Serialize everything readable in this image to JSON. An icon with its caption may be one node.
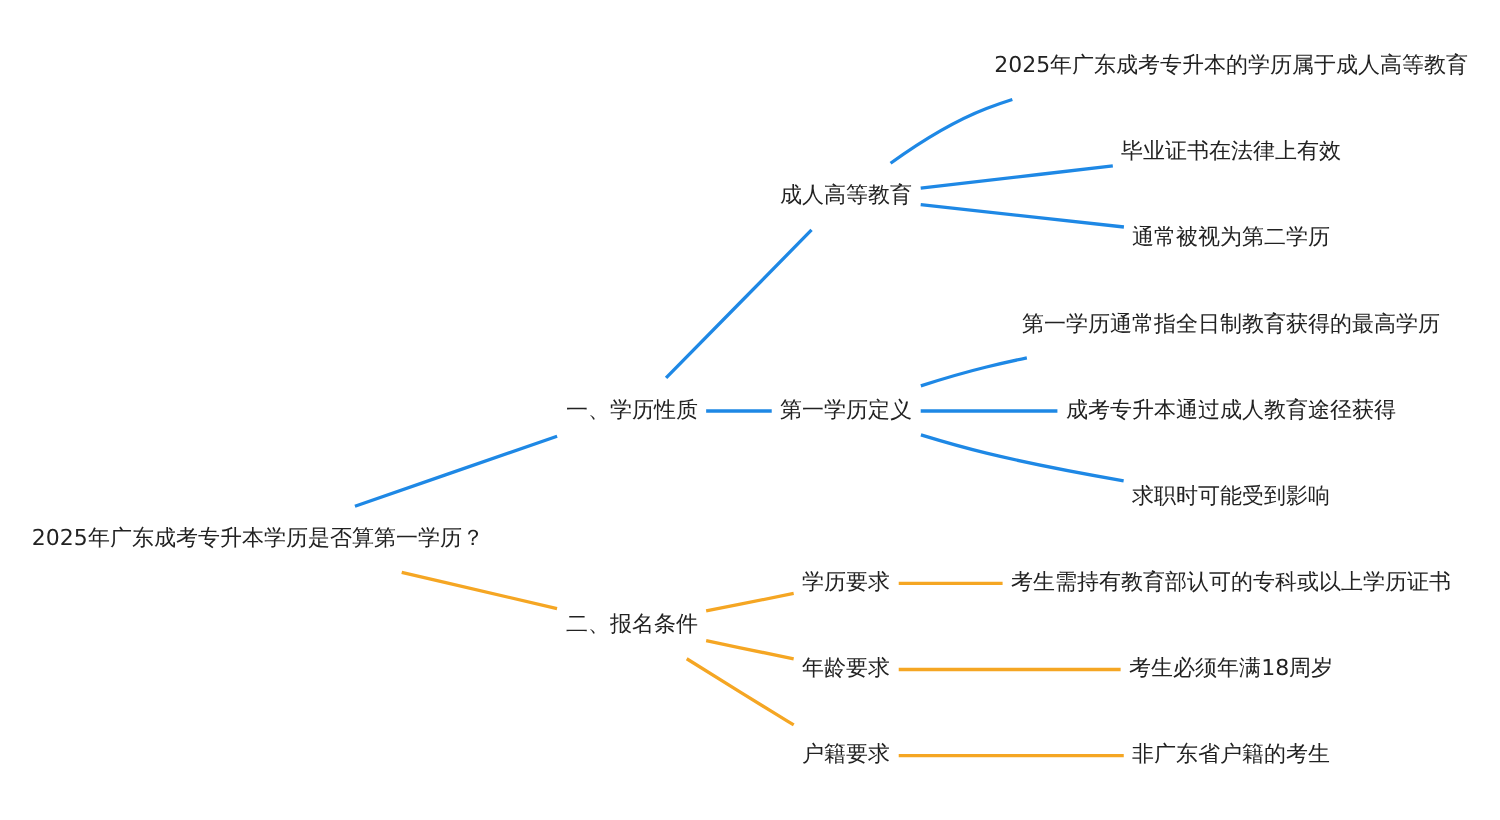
{
  "diagram": {
    "nodes": [
      {
        "text": [
          "2025年广东成考专升本学历是否算第一学历？"
        ]
      },
      {
        "text": [
          "一、学历性质"
        ]
      },
      {
        "text": [
          "成人高等教育"
        ]
      },
      {
        "text": [
          "2025年广东成考专升本的学历属于成人高等教育"
        ]
      },
      {
        "text": [
          "毕业证书在法律上有效"
        ]
      },
      {
        "text": [
          "通常被视为第二学历"
        ]
      },
      {
        "text": [
          "第一学历定义"
        ]
      },
      {
        "text": [
          "第一学历通常指全日制教育获得的最高学历"
        ]
      },
      {
        "text": [
          "成考专升本通过成人教育途径获得"
        ]
      },
      {
        "text": [
          "求职时可能受到影响"
        ]
      },
      {
        "text": [
          "二、报名条件"
        ]
      },
      {
        "text": [
          "学历要求"
        ]
      },
      {
        "text": [
          "考生需持有教育部认可的专科或以上学历证书"
        ]
      },
      {
        "text": [
          "年龄要求"
        ]
      },
      {
        "text": [
          "考生必须年满18周岁"
        ]
      },
      {
        "text": [
          "户籍要求"
        ]
      },
      {
        "text": [
          "非广东省户籍的考生"
        ]
      }
    ],
    "edges": [
      {
        "from": 0,
        "to": 1,
        "arrow": "none"
      },
      {
        "from": 1,
        "to": 2,
        "arrow": "none"
      },
      {
        "from": 2,
        "to": 3,
        "arrow": "none"
      },
      {
        "from": 2,
        "to": 4,
        "arrow": "none"
      },
      {
        "from": 2,
        "to": 5,
        "arrow": "none"
      },
      {
        "from": 1,
        "to": 6,
        "arrow": "none"
      },
      {
        "from": 6,
        "to": 7,
        "arrow": "none"
      },
      {
        "from": 6,
        "to": 8,
        "arrow": "none"
      },
      {
        "from": 6,
        "to": 9,
        "arrow": "none"
      },
      {
        "from": 0,
        "to": 10,
        "arrow": "none",
        "color": "#f5a623"
      },
      {
        "from": 10,
        "to": 11,
        "arrow": "none",
        "color": "#f5a623"
      },
      {
        "from": 11,
        "to": 12,
        "arrow": "none",
        "color": "#f5a623"
      },
      {
        "from": 10,
        "to": 13,
        "arrow": "none",
        "color": "#f5a623"
      },
      {
        "from": 13,
        "to": 14,
        "arrow": "none",
        "color": "#f5a623"
      },
      {
        "from": 10,
        "to": 15,
        "arrow": "none",
        "color": "#f5a623"
      },
      {
        "from": 15,
        "to": 16,
        "arrow": "none",
        "color": "#f5a623"
      }
    ]
  }
}
